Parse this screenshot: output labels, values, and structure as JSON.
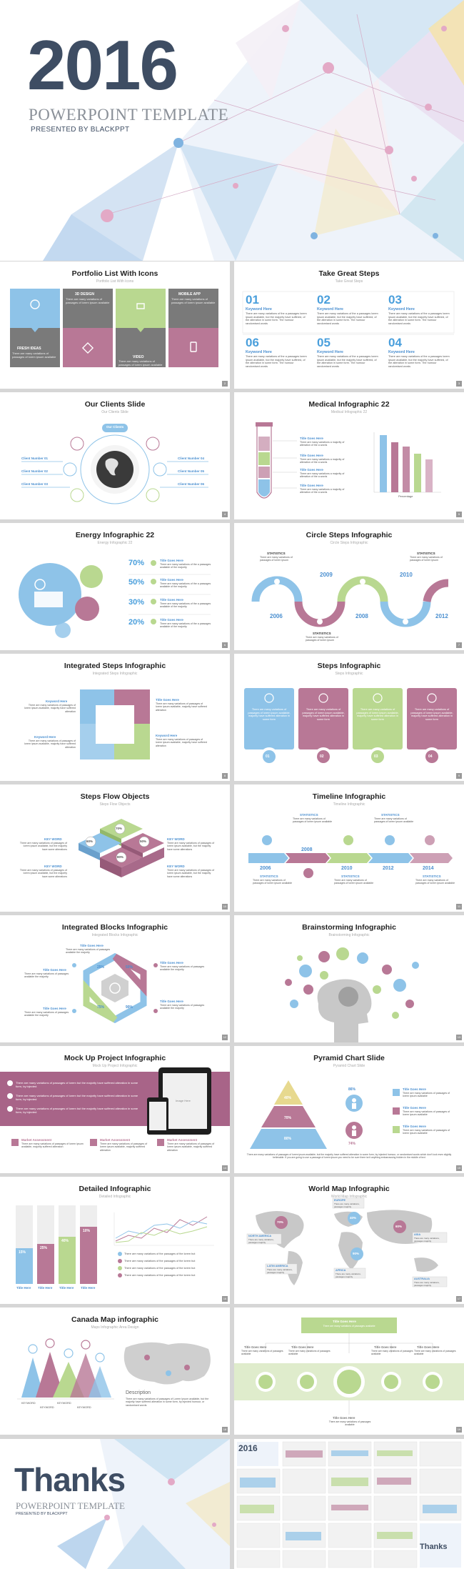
{
  "cover": {
    "year": "2016",
    "subtitle": "POWERPOINT TEMPLATE",
    "presenter": "PRESENTED BY BLACKPPT"
  },
  "slides": [
    {
      "title": "Portfolio List With Icons",
      "subtitle": "Portfolio List With Icons",
      "page": "2",
      "items": [
        {
          "label": "FRESH IDEAS",
          "text": "There are many variations of passages of lorem ipsum available"
        },
        {
          "label": "3D DESIGN",
          "text": "There are many variations of passages of lorem ipsum available"
        },
        {
          "label": "VIDEO",
          "text": "There are many variations of passages of lorem ipsum available"
        },
        {
          "label": "MOBILE APP",
          "text": "There are many variations of passages of lorem ipsum available"
        }
      ]
    },
    {
      "title": "Take Great Steps",
      "subtitle": "Take Great Steps",
      "page": "3",
      "steps": [
        {
          "num": "01",
          "key": "Keyword Here",
          "text": "There are many variations of the a passages lorem ipsum available, but the majority have suffered, of the alteration in some form. The humour randomised words"
        },
        {
          "num": "02",
          "key": "Keyword Here",
          "text": "There are many variations of the a passages lorem ipsum available, but the majority have suffered, of the alteration in some form. The humour randomised words"
        },
        {
          "num": "03",
          "key": "Keyword Here",
          "text": "There are many variations of the a passages lorem ipsum available, but the majority have suffered, of the alteration in some form. The humour randomised words"
        },
        {
          "num": "06",
          "key": "Keyword Here",
          "text": "There are many variations of the a passages lorem ipsum available, but the majority have suffered, of the alteration in some form. The humour randomised words"
        },
        {
          "num": "05",
          "key": "Keyword Here",
          "text": "There are many variations of the a passages lorem ipsum available, but the majority have suffered, of the alteration in some form. The humour randomised words"
        },
        {
          "num": "04",
          "key": "Keyword Here",
          "text": "There are many variations of the a passages lorem ipsum available, but the majority have suffered, of the alteration in some form. The humour randomised words"
        }
      ]
    },
    {
      "title": "Our Clients Slide",
      "subtitle": "Our Clients Slide",
      "page": "4",
      "center": "Our Clients",
      "clients": [
        "Client Number 01",
        "Client Number 02",
        "Client Number 03",
        "Client Number 04",
        "Client Number 05",
        "Client Number 06"
      ]
    },
    {
      "title": "Medical Infographic 22",
      "subtitle": "Medical Infographic 22",
      "page": "5",
      "item_title": "Title Goes Here",
      "item_text": "There are many variations a majority of alteration of the a words",
      "xlabel": "Percentage"
    },
    {
      "title": "Energy Infographic 22",
      "subtitle": "Energy Infographic 22",
      "page": "6",
      "rows": [
        {
          "pct": "70%",
          "title": "Title Goes Here",
          "text": "There are many variations of the a passages available of the majority"
        },
        {
          "pct": "50%",
          "title": "Title Goes Here",
          "text": "There are many variations of the a passages available of the majority"
        },
        {
          "pct": "30%",
          "title": "Title Goes Here",
          "text": "There are many variations of the a passages available of the majority"
        },
        {
          "pct": "20%",
          "title": "Title Goes Here",
          "text": "There are many variations of the a passages available of the majority"
        }
      ]
    },
    {
      "title": "Circle Steps Infographic",
      "subtitle": "Circle Steps Infographic",
      "page": "7",
      "top_years": [
        "2009",
        "2010"
      ],
      "bottom_years": [
        "2006",
        "2008",
        "2012"
      ],
      "stat": "STATISTICS",
      "stat_text": "There are many variations of passages of lorem ipsum"
    },
    {
      "title": "Integrated Steps Infographic",
      "subtitle": "Integrated Steps Infographic",
      "page": "8",
      "keyword": "Keyword Here",
      "ktext": "There are many variations of passages of lorem ipsum available, majority have suffered alteration",
      "item_title": "Title Goes Here",
      "item_text": "There are many variations of passages of lorem ipsum available, majority have suffered alteration"
    },
    {
      "title": "Steps Infographic",
      "subtitle": "Steps Infographic",
      "page": "9",
      "text": "There are many variations of passages of lorem ipsum available, majority have suffered alteration in some form",
      "nums": [
        "01",
        "02",
        "03",
        "04"
      ]
    },
    {
      "title": "Steps Flow Objects",
      "subtitle": "Steps Flow Objects",
      "page": "10",
      "keyword": "KEY WORD",
      "ktext": "There are many variations of passages of lorem ipsum available, but the majority have some alterations",
      "pcts": [
        "70%",
        "60%",
        "50%",
        "80%"
      ]
    },
    {
      "title": "Timeline Infographic",
      "subtitle": "Timeline Infographic",
      "page": "11",
      "stat": "STATISTICS",
      "stat_text": "There are many variations of passages of lorem ipsum available",
      "years": [
        "2006",
        "2008",
        "2010",
        "2012",
        "2014"
      ]
    },
    {
      "title": "Integrated Blocks Infographic",
      "subtitle": "Integrated Blocks Infographic",
      "page": "12",
      "item_title": "Title Goes Here",
      "item_text": "There are many variations of passages available the majority",
      "pcts": [
        "25%",
        "50%",
        "90%",
        "75%"
      ]
    },
    {
      "title": "Brainstorming Infographic",
      "subtitle": "Brainstorming Infographic",
      "page": "13"
    },
    {
      "title": "Mock Up Project Infographic",
      "subtitle": "Mock Up Project Infographic",
      "page": "14",
      "bullets": [
        "There are many variations of passages of lorem but the majority have suffered alteration in some form, by injected",
        "There are many variations of passages of lorem but the majority have suffered alteration in some form, by injected",
        "There are many variations of passages of lorem but the majority have suffered alteration in some form, by injected"
      ],
      "market": "Market Assessment",
      "mtext": "There are many variations of passages of lorem ipsum available, majority suffered alteration",
      "screen": "Image Here"
    },
    {
      "title": "Pyramid Chart Slide",
      "subtitle": "Pyramid Chart Slide",
      "page": "15",
      "pyramid": [
        "40%",
        "70%",
        "80%"
      ],
      "people": [
        "86%",
        "74%"
      ],
      "item_title": "Title Goes Here",
      "item_text": "There are many variations of passages of lorem ipsum available",
      "foot": "There are many variations of passages of lorem ipsum available, but the majority have suffered alteration in some form, by injected humour, or randomised words which don't look even slightly believable. If you are going to use a passage of lorem ipsum you need to be sure there isn't anything embarrassing hidden in the middle of text"
    },
    {
      "title": "Detailed Infographic",
      "subtitle": "Detailed Infographic",
      "page": "16",
      "bars": [
        {
          "pct": "15%",
          "label": "Title Here"
        },
        {
          "pct": "25%",
          "label": "Title Here"
        },
        {
          "pct": "40%",
          "label": "Title Here"
        },
        {
          "pct": "10%",
          "label": "Title Here"
        }
      ],
      "legend_text": "There are many variations of  the  passages of the lorem but"
    },
    {
      "title": "World Map Infographic",
      "subtitle": "World Map Infographic",
      "page": "17",
      "regions": [
        "NORTH AMERICA",
        "EUROPE",
        "ASIA",
        "LATIN AMERICA",
        "AFRICA",
        "AUSTRALIA"
      ],
      "pcts": [
        "70%",
        "40%",
        "60%",
        "90%"
      ],
      "rtext": "There are many variations, passages majority"
    },
    {
      "title": "Canada Map infographic",
      "subtitle": "Maps Infographic Area Design",
      "page": "18",
      "keyword": "KEYWORD",
      "desc_title": "Description",
      "desc": "There are many variations of passages of Lorem Ipsum available, but the majority have suffered alteration in some form, by injected humour, or randomised words"
    },
    {
      "title": "",
      "subtitle": "",
      "page": "19",
      "top_title": "Title Goes Here",
      "top_text": "There are many variations of passages available",
      "item_title": "Title Goes Here",
      "item_text": "There are many variations of passages available"
    }
  ],
  "thanks": {
    "word": "Thanks",
    "subtitle": "POWERPOINT TEMPLATE",
    "presenter": "PRESENTED BY BLACKPPT"
  },
  "overview": {
    "year": "2016",
    "thanks": "Thanks"
  },
  "colors": {
    "navy": "#3e4d63",
    "blue": "#8ec3e8",
    "pink": "#b87896",
    "green": "#b9d890",
    "gray": "#7a7a7a",
    "accent": "#4a9fdc"
  }
}
